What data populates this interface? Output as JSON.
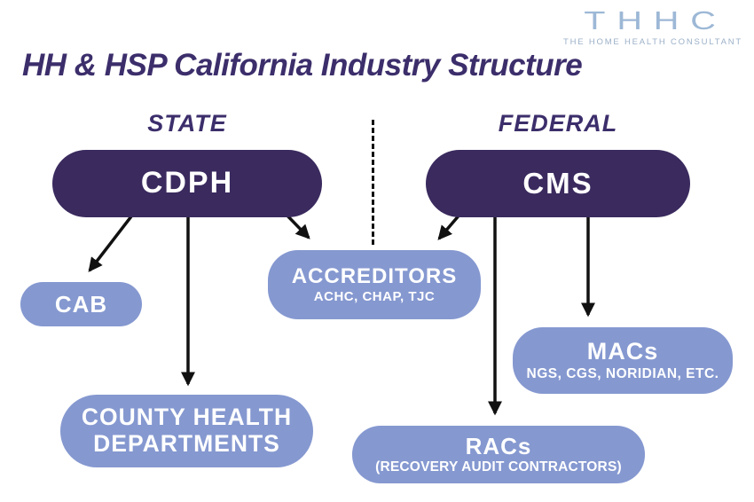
{
  "logo": {
    "brand": "THHC",
    "tagline": "THE HOME HEALTH CONSULTANT"
  },
  "title": "HH & HSP California Industry Structure",
  "sections": {
    "state_label": "STATE",
    "federal_label": "FEDERAL"
  },
  "nodes": {
    "cdph": {
      "label": "CDPH"
    },
    "cms": {
      "label": "CMS"
    },
    "cab": {
      "label": "CAB"
    },
    "accreditors": {
      "label": "ACCREDITORS",
      "sublabel": "ACHC, CHAP, TJC"
    },
    "macs": {
      "label": "MACs",
      "sublabel": "NGS, CGS, NORIDIAN, ETC."
    },
    "racs": {
      "label": "RACs",
      "sublabel": "(RECOVERY AUDIT CONTRACTORS)"
    },
    "county_health_departments": {
      "label": "COUNTY HEALTH DEPARTMENTS"
    }
  },
  "edges": [
    {
      "from": "cdph",
      "to": "cab"
    },
    {
      "from": "cdph",
      "to": "county_health_departments"
    },
    {
      "from": "cdph",
      "to": "accreditors"
    },
    {
      "from": "cms",
      "to": "accreditors"
    },
    {
      "from": "cms",
      "to": "racs"
    },
    {
      "from": "cms",
      "to": "macs"
    }
  ],
  "colors": {
    "primary_dark": "#3a2a5e",
    "secondary_blue": "#8598d0",
    "heading_purple": "#3c2e6b",
    "logo_blue": "#9db8d6",
    "tagline_blue": "#9bb0c8",
    "arrow_black": "#111111"
  }
}
